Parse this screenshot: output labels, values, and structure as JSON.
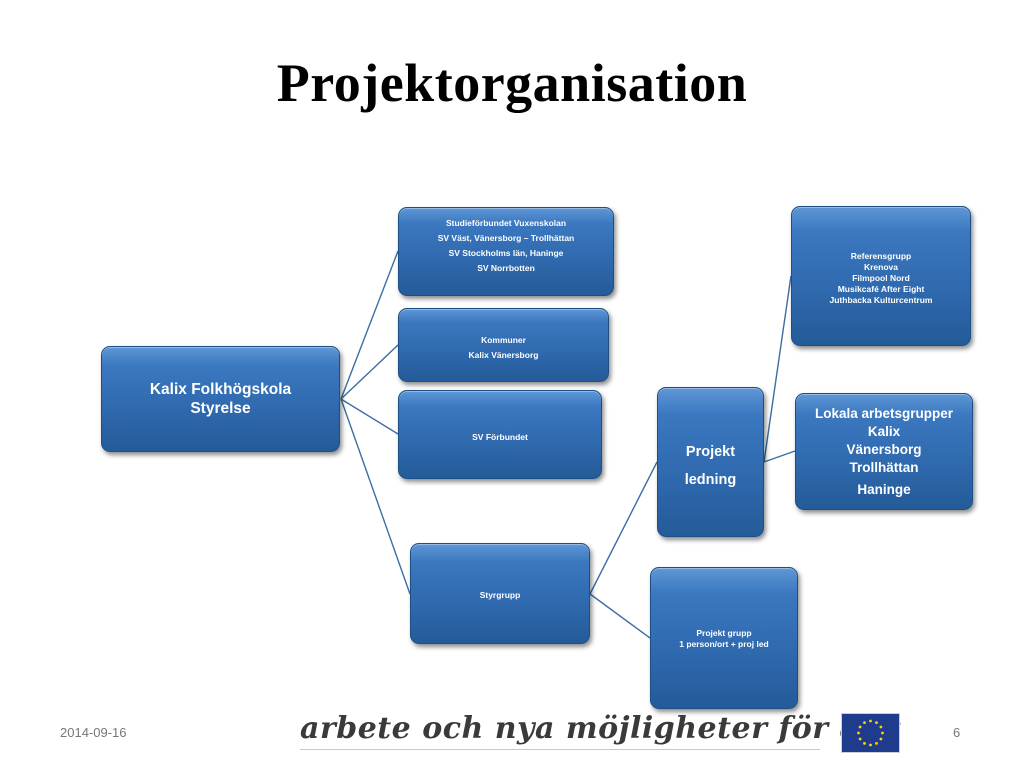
{
  "title": "Projektorganisation",
  "nodes": {
    "styrelse": [
      "Kalix Folkhögskola",
      "Styrelse"
    ],
    "studieforbund": [
      "Studieförbundet Vuxenskolan",
      "SV Väst, Vänersborg – Trollhättan",
      "SV Stockholms län, Haninge",
      "SV Norrbotten"
    ],
    "kommuner": [
      "Kommuner",
      "Kalix Vänersborg"
    ],
    "sv_forbundet": [
      "SV Förbundet"
    ],
    "styrgrupp": [
      "Styrgrupp"
    ],
    "projektledning": [
      "Projekt",
      "ledning"
    ],
    "referensgrupp": [
      "Referensgrupp",
      "Krenova",
      "Filmpool Nord",
      "Musikcafé After Eight",
      "Juthbacka Kulturcentrum"
    ],
    "lokala": [
      "Lokala arbetsgrupper",
      "Kalix",
      "Vänersborg",
      "Trollhättan",
      "Haninge"
    ],
    "projekt_grupp": [
      "Projekt grupp",
      "1 person/ort + proj led"
    ]
  },
  "footer": {
    "date": "2014-09-16",
    "slogan": "arbete och nya möjligheter för alla",
    "page": "6"
  },
  "colors": {
    "node_fill": "#2f69ae",
    "node_border": "#1c4f86",
    "connector": "#3a6ea5"
  },
  "icons": {
    "flag": "eu-flag-icon"
  }
}
